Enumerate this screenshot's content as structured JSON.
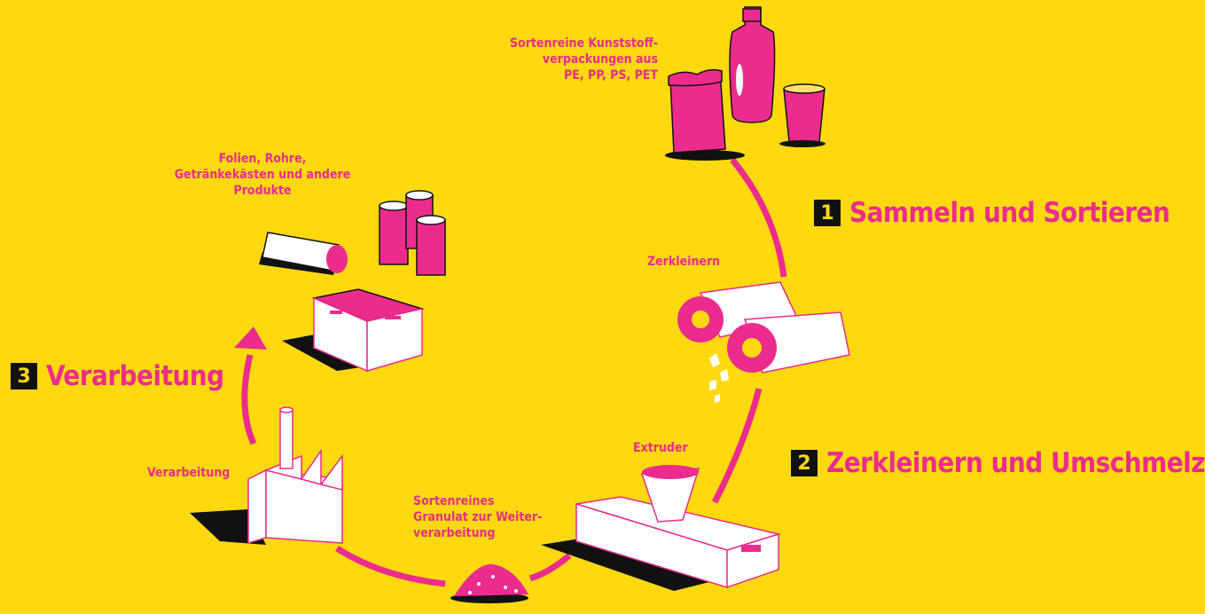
{
  "colors": {
    "background": "#FFD90F",
    "accent": "#EC2C8C",
    "dark": "#111111",
    "white": "#FFFFFF"
  },
  "steps": [
    {
      "number": "1",
      "title": "Sammeln und Sortieren"
    },
    {
      "number": "2",
      "title": "Zerkleinern und Umschmelzen"
    },
    {
      "number": "3",
      "title": "Verarbeitung"
    }
  ],
  "labels": {
    "packaging": [
      "Sortenreine Kunststoff-",
      "verpackungen aus",
      "PE, PP, PS, PET"
    ],
    "shredding": "Zerkleinern",
    "extruder": "Extruder",
    "granulate": [
      "Sortenreines",
      "Granulat zur Weiter-",
      "verarbeitung"
    ],
    "processing": "Verarbeitung",
    "products": [
      "Folien, Rohre,",
      "Getränkekästen und andere",
      "Produkte"
    ]
  }
}
